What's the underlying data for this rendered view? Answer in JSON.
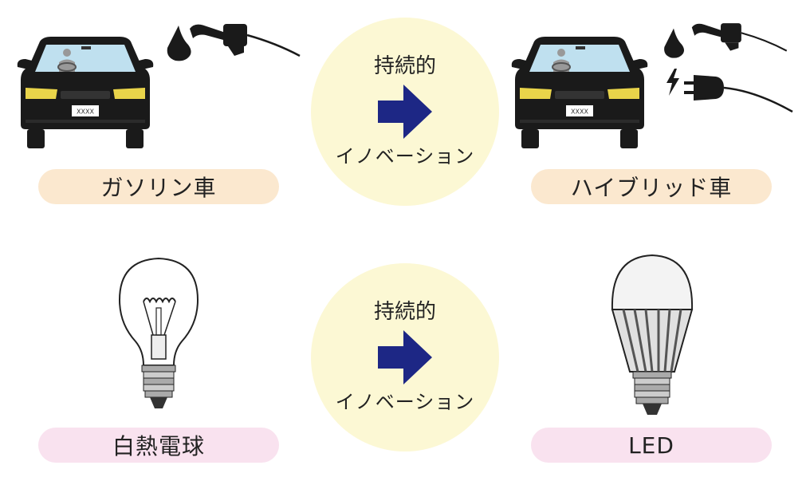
{
  "rows": [
    {
      "before_label": "ガソリン車",
      "innovation_top": "持続的",
      "innovation_bottom": "イノベーション",
      "after_label": "ハイブリッド車",
      "plate_text": "XXXX"
    },
    {
      "before_label": "白熱電球",
      "innovation_top": "持続的",
      "innovation_bottom": "イノベーション",
      "after_label": "LED"
    }
  ],
  "colors": {
    "gas_pill": "#fbe8cf",
    "bulb_pill": "#f9e2ef",
    "circle": "#fcf8d4",
    "arrow": "#1d2785"
  },
  "icons": [
    "car-icon",
    "oil-drop-icon",
    "fuel-nozzle-icon",
    "lightning-icon",
    "plug-icon",
    "incandescent-bulb-icon",
    "led-bulb-icon",
    "arrow-right-icon"
  ]
}
